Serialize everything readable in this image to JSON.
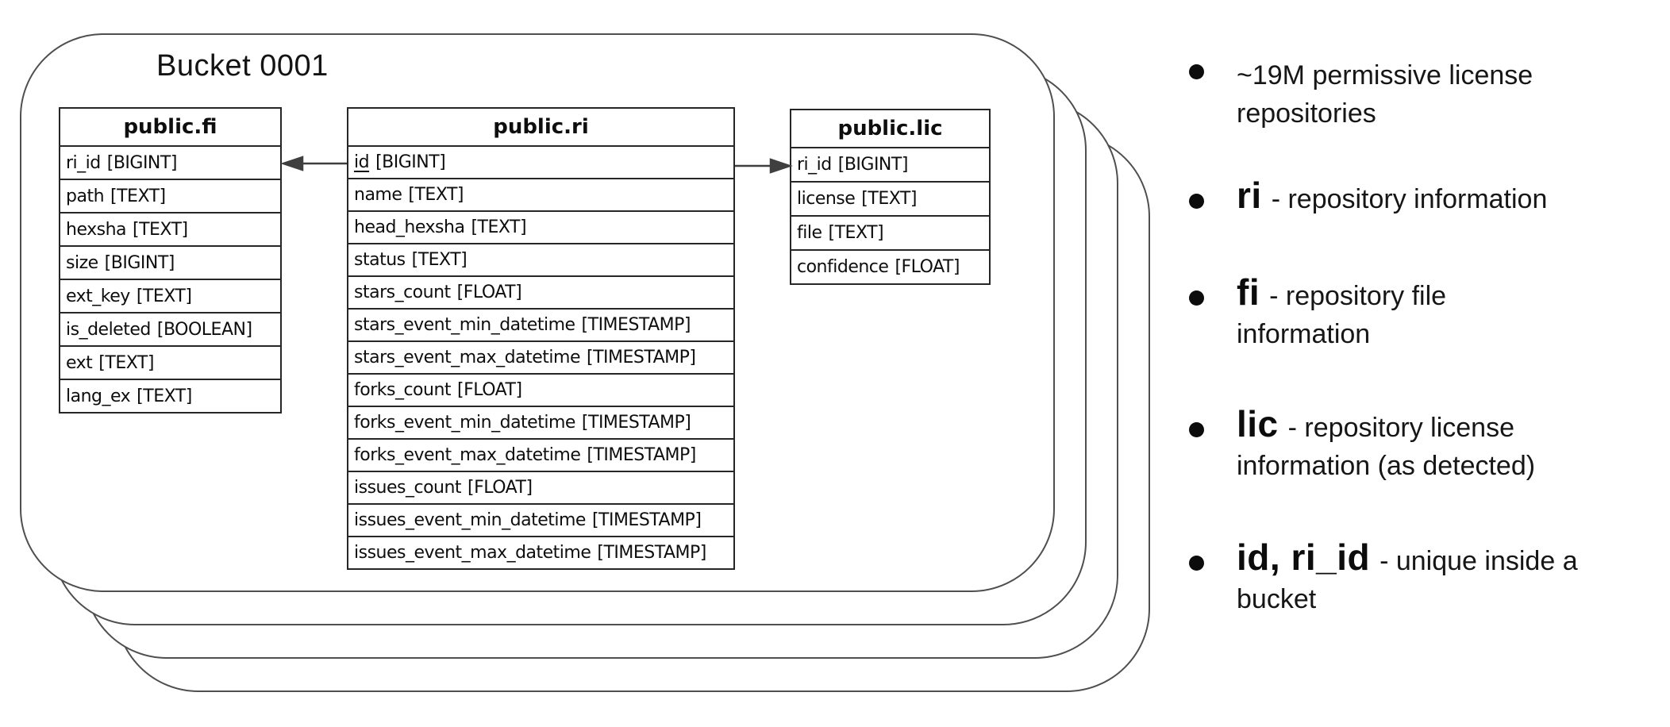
{
  "bucket": {
    "title": "Bucket 0001"
  },
  "tables": {
    "fi": {
      "title": "public.fi",
      "rows": [
        {
          "field": "ri_id",
          "type": "[BIGINT]"
        },
        {
          "field": "path",
          "type": "[TEXT]"
        },
        {
          "field": "hexsha",
          "type": "[TEXT]"
        },
        {
          "field": "size",
          "type": "[BIGINT]"
        },
        {
          "field": "ext_key",
          "type": "[TEXT]"
        },
        {
          "field": "is_deleted",
          "type": "[BOOLEAN]"
        },
        {
          "field": "ext",
          "type": "[TEXT]"
        },
        {
          "field": "lang_ex",
          "type": "[TEXT]"
        }
      ]
    },
    "ri": {
      "title": "public.ri",
      "rows": [
        {
          "field": "id",
          "type": "[BIGINT]",
          "pk": true
        },
        {
          "field": "name",
          "type": "[TEXT]"
        },
        {
          "field": "head_hexsha",
          "type": "[TEXT]"
        },
        {
          "field": "status",
          "type": "[TEXT]"
        },
        {
          "field": "stars_count",
          "type": "[FLOAT]"
        },
        {
          "field": "stars_event_min_datetime",
          "type": "[TIMESTAMP]"
        },
        {
          "field": "stars_event_max_datetime",
          "type": "[TIMESTAMP]"
        },
        {
          "field": "forks_count",
          "type": "[FLOAT]"
        },
        {
          "field": "forks_event_min_datetime",
          "type": "[TIMESTAMP]"
        },
        {
          "field": "forks_event_max_datetime",
          "type": "[TIMESTAMP]"
        },
        {
          "field": "issues_count",
          "type": "[FLOAT]"
        },
        {
          "field": "issues_event_min_datetime",
          "type": "[TIMESTAMP]"
        },
        {
          "field": "issues_event_max_datetime",
          "type": "[TIMESTAMP]"
        }
      ]
    },
    "lic": {
      "title": "public.lic",
      "rows": [
        {
          "field": "ri_id",
          "type": "[BIGINT]"
        },
        {
          "field": "license",
          "type": "[TEXT]"
        },
        {
          "field": "file",
          "type": "[TEXT]"
        },
        {
          "field": "confidence",
          "type": "[FLOAT]"
        }
      ]
    }
  },
  "relations": [
    {
      "from": "public.ri.id",
      "to": "public.fi.ri_id"
    },
    {
      "from": "public.ri.id",
      "to": "public.lic.ri_id"
    }
  ],
  "bullets": [
    {
      "term": "",
      "text": "~19M permissive license\nrepositories"
    },
    {
      "term": "ri",
      "text": "- repository information"
    },
    {
      "term": "fi",
      "text": "- repository file\ninformation"
    },
    {
      "term": "lic",
      "text": "- repository license\ninformation (as detected)"
    },
    {
      "term": "id, ri_id",
      "text": "- unique inside a\nbucket"
    }
  ],
  "colors": {
    "background": "#ffffff",
    "card_stroke": "#4f4f4f",
    "table_stroke": "#262626",
    "text": "#111111",
    "arrow": "#3f3f3f"
  }
}
